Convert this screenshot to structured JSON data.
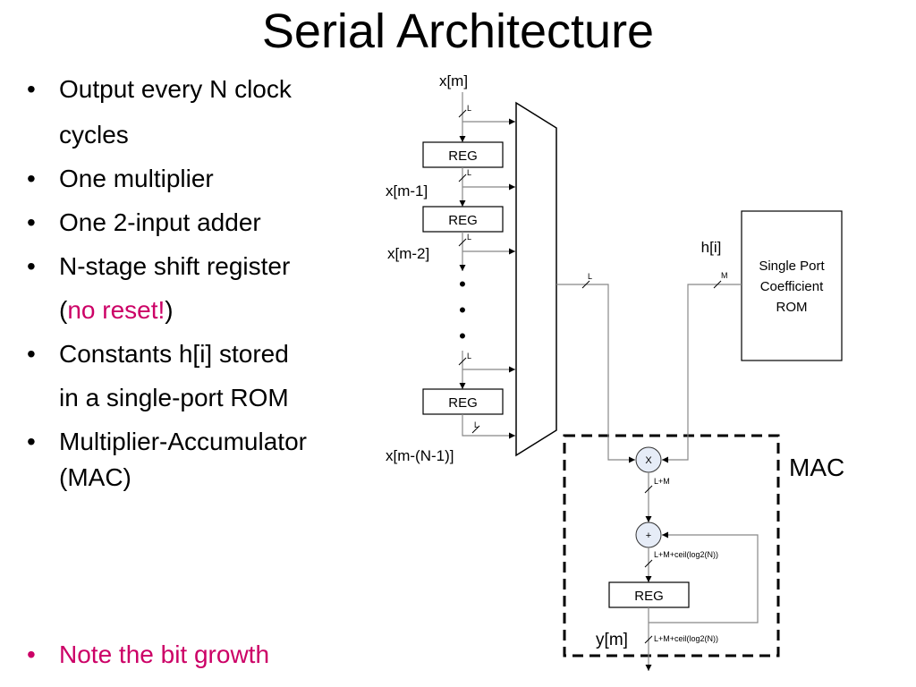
{
  "slide": {
    "title": "Serial Architecture",
    "bullets": [
      {
        "line1": "Output every N clock",
        "line2": "cycles"
      },
      {
        "line1": "One multiplier"
      },
      {
        "line1": "One 2-input adder"
      },
      {
        "line1": "N-stage shift register",
        "line2_pre": "(",
        "line2_pink": "no reset!",
        "line2_post": ")"
      },
      {
        "line1": "Constants h[i] stored",
        "line2": "in a single-port ROM"
      },
      {
        "line1": "Multiplier-Accumulator",
        "line2": "(MAC)"
      },
      {
        "line1": "Note the bit growth"
      }
    ],
    "bullet_char": "•",
    "colors": {
      "accent": "#cc0066",
      "text": "#000000",
      "line": "#888888"
    }
  },
  "diagram": {
    "input_label": "x[m]",
    "tap_labels": [
      "x[m-1]",
      "x[m-2]",
      "x[m-(N-1)]"
    ],
    "reg_label": "REG",
    "bus_L": "L",
    "bus_M": "M",
    "coef_label": "h[i]",
    "rom_lines": [
      "Single Port",
      "Coefficient",
      "ROM"
    ],
    "mult_symbol": "X",
    "add_symbol": "+",
    "mult_width": "L+M",
    "acc_width": "L+M+ceil(log2(N))",
    "out_width": "L+M+ceil(log2(N))",
    "output_label": "y[m]",
    "mac_label": "MAC",
    "ellipsis": "•"
  }
}
